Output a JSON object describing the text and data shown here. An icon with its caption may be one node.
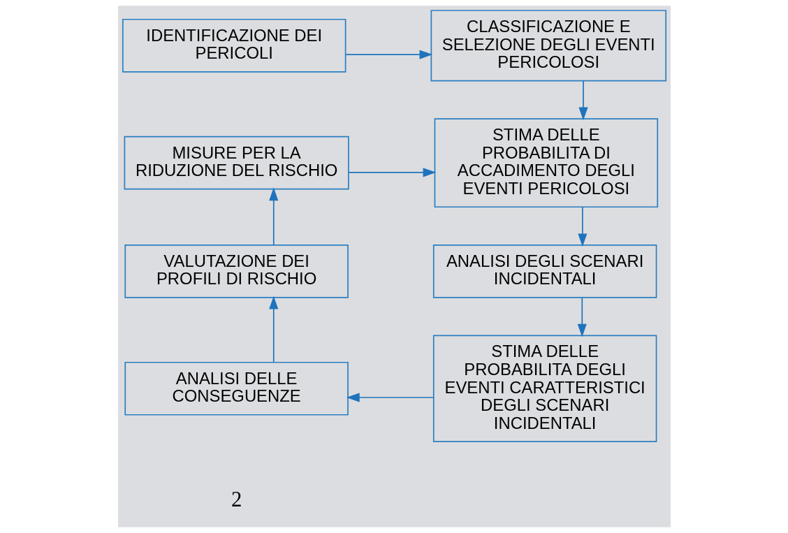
{
  "diagram": {
    "nodes": [
      {
        "text": [
          "IDENTIFICAZIONE DEI PERICOLI"
        ]
      },
      {
        "text": [
          "CLASSIFICAZIONE E SELEZIONE DEGLI EVENTI PERICOLOSI"
        ]
      },
      {
        "text": [
          "MISURE PER LA RIDUZIONE DEL RISCHIO"
        ]
      },
      {
        "text": [
          "STIMA DELLE PROBABILITA DI ACCADIMENTO DEGLI EVENTI PERICOLOSI"
        ]
      },
      {
        "text": [
          "VALUTAZIONE DEI PROFILI DI RISCHIO"
        ]
      },
      {
        "text": [
          "ANALISI DEGLI SCENARI INCIDENTALI"
        ]
      },
      {
        "text": [
          "ANALISI DELLE CONSEGUENZE"
        ]
      },
      {
        "text": [
          "STIMA DELLE PROBABILITA DEGLI EVENTI CARATTERISTICI DEGLI SCENARI INCIDENTALI"
        ]
      }
    ],
    "edges": [
      {
        "from": 0,
        "to": 1,
        "arrow": "to"
      },
      {
        "from": 1,
        "to": 3,
        "arrow": "to"
      },
      {
        "from": 2,
        "to": 3,
        "arrow": "to"
      },
      {
        "from": 3,
        "to": 5,
        "arrow": "to"
      },
      {
        "from": 5,
        "to": 7,
        "arrow": "to"
      },
      {
        "from": 7,
        "to": 6,
        "arrow": "to"
      },
      {
        "from": 6,
        "to": 4,
        "arrow": "to"
      },
      {
        "from": 4,
        "to": 2,
        "arrow": "to"
      }
    ],
    "labels": [
      "2"
    ]
  }
}
